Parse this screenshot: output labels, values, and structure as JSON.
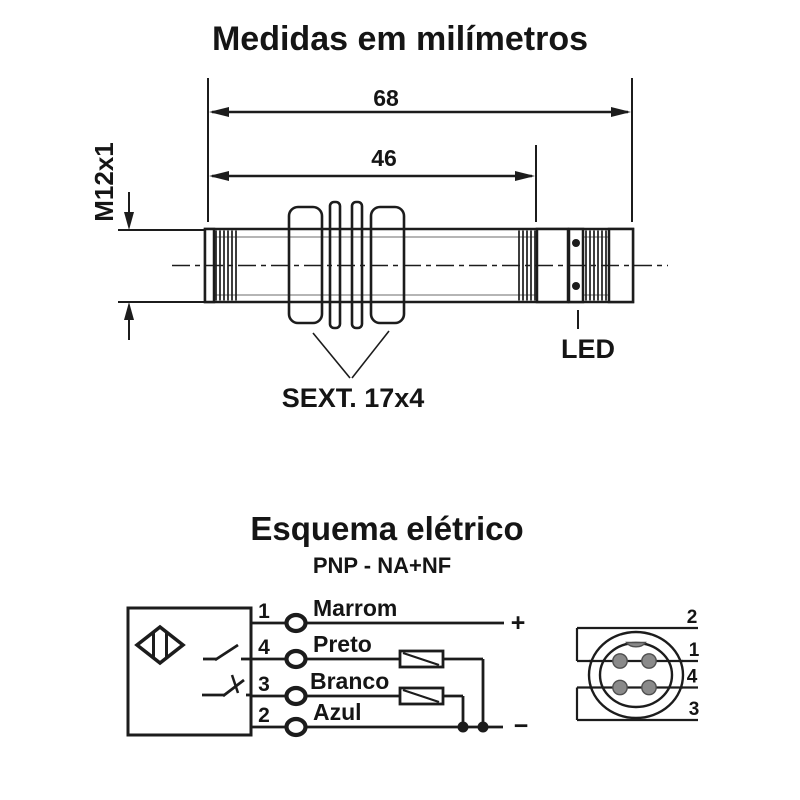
{
  "dimensions": {
    "title": "Medidas em milímetros",
    "overall_length_mm": "68",
    "thread_length_mm": "46",
    "thread_spec": "M12x1",
    "hex_nut_label": "SEXT. 17x4",
    "led_label": "LED"
  },
  "schematic": {
    "title": "Esquema elétrico",
    "subtitle": "PNP - NA+NF",
    "plus_symbol": "+",
    "minus_symbol": "−",
    "wires": [
      {
        "pin": "1",
        "color": "Marrom"
      },
      {
        "pin": "4",
        "color": "Preto"
      },
      {
        "pin": "3",
        "color": "Branco"
      },
      {
        "pin": "2",
        "color": "Azul"
      }
    ]
  },
  "connector": {
    "pin_labels": [
      "2",
      "1",
      "4",
      "3"
    ],
    "pin_fill": "#8a8a8a"
  },
  "colors": {
    "ink": "#1c1c1c",
    "shade": "#b5b5b5"
  }
}
